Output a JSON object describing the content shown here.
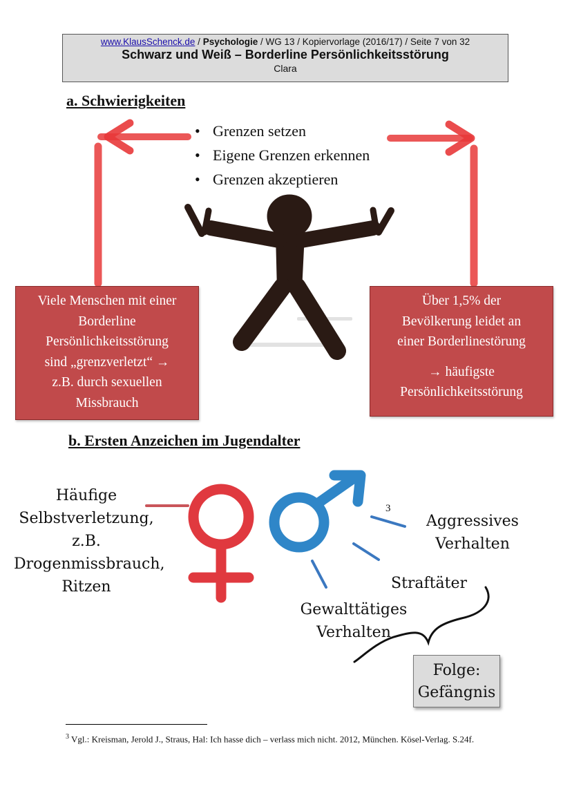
{
  "header": {
    "link": "www.KlausSchenck.de",
    "sep1": " / ",
    "subject": "Psychologie",
    "rest": " / WG 13 / Kopiervorlage (2016/17) / Seite 7 von 32",
    "title": "Schwarz und Weiß – Borderline Persönlichkeitsstörung",
    "author": "Clara"
  },
  "section_a": {
    "title": "a. Schwierigkeiten",
    "bullets": [
      "Grenzen setzen",
      "Eigene Grenzen erkennen",
      "Grenzen akzeptieren"
    ],
    "box_left": [
      "Viele Menschen mit einer",
      "Borderline",
      "Persönlichkeitsstörung",
      "sind „grenzverletzt“ →",
      "z.B. durch sexuellen",
      "Missbrauch"
    ],
    "box_right": [
      "Über 1,5% der",
      "Bevölkerung leidet an",
      "einer Borderlinestörung",
      "→ häufigste",
      "Persönlichkeitsstörung"
    ]
  },
  "section_b": {
    "title": "b. Ersten Anzeichen im Jugendalter",
    "left_text": [
      "Häufige",
      "Selbstverletzung,",
      "z.B.",
      "Drogenmissbrauch,",
      "Ritzen"
    ],
    "footnote_ref": "3",
    "aggressive": [
      "Aggressives",
      "Verhalten"
    ],
    "offender": "Straftäter",
    "violent": [
      "Gewalttätiges",
      "Verhalten"
    ],
    "consequence": [
      "Folge:",
      "Gefängnis"
    ]
  },
  "footnote": {
    "number": "3",
    "text": " Vgl.: Kreisman, Jerold J., Straus, Hal: Ich hasse dich – verlass mich nicht. 2012, München. Kösel-Verlag. S.24f."
  },
  "colors": {
    "arrow_red": "#e8393a",
    "box_red": "#c14a4b",
    "female_red": "#e0393f",
    "male_blue": "#2f86c8",
    "figure": "#2a1a14"
  },
  "icons": [
    "arrow-left-icon",
    "arrow-right-icon",
    "stick-figure",
    "female-symbol-icon",
    "male-symbol-icon",
    "curly-brace"
  ]
}
